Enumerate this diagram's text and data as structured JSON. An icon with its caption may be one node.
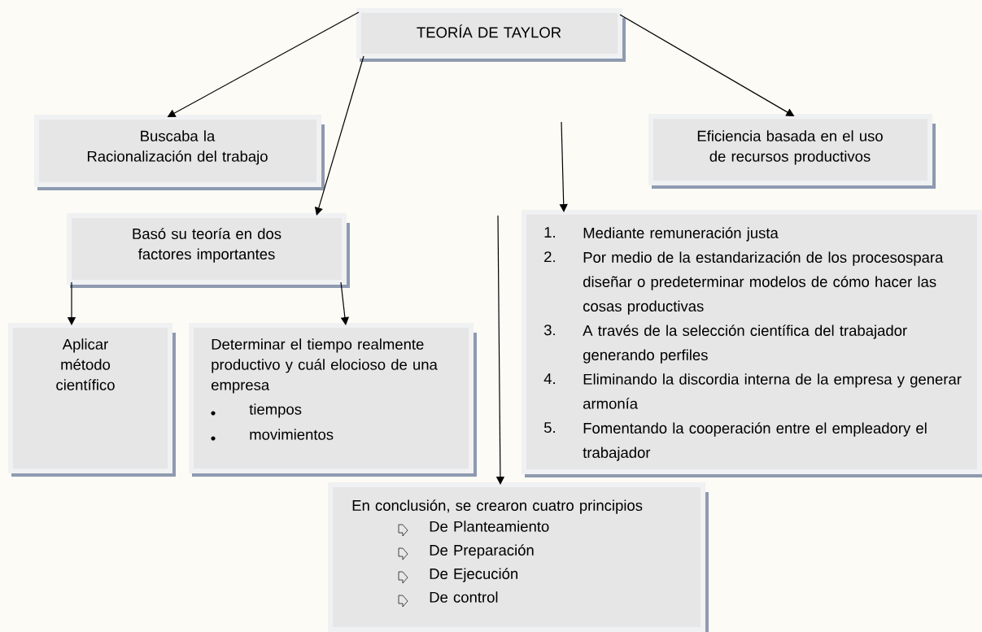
{
  "diagram": {
    "nodes": [
      {
        "text": [
          "TEORÍA DE TAYLOR"
        ]
      },
      {
        "text": [
          "Buscaba la Racionalización del trabajo"
        ]
      },
      {
        "text": [
          "Eficiencia basada en el uso de recursos productivos"
        ]
      },
      {
        "text": [
          "Basó su teoría en dos factores importantes"
        ]
      },
      {
        "text": [
          "1.",
          "Mediante remuneración justa",
          "2.",
          "Por medio de la estandarización de los procesospara diseñar o predeterminar modelos de cómo hacer las cosas productivas",
          "3.",
          "A través de la selección científica del trabajador generando perfiles",
          "4.",
          "Eliminando la discordia interna de la empresa y generar armonía",
          "5.",
          "Fomentando la cooperación entre el empleadory el trabajador"
        ]
      },
      {
        "text": [
          "Aplicar método científico"
        ]
      },
      {
        "text": [
          "Determinar el tiempo realmente productivo y cuál elocioso de una empresa",
          "tiempos",
          "movimientos"
        ]
      },
      {
        "text": [
          "En conclusión, se crearon cuatro principios",
          "De Planteamiento",
          "De Preparación",
          "De Ejecución",
          "De control"
        ]
      }
    ],
    "edges": [
      {
        "from": 0,
        "to": 1,
        "arrow": "to"
      },
      {
        "from": 0,
        "to": 3,
        "arrow": "to"
      },
      {
        "from": 0,
        "to": 2,
        "arrow": "to"
      },
      {
        "from": 3,
        "to": 5,
        "arrow": "to"
      },
      {
        "from": 3,
        "to": 6,
        "arrow": "to"
      },
      {
        "from": null,
        "to": 4,
        "arrow": "to"
      },
      {
        "from": null,
        "to": 7,
        "arrow": "to"
      }
    ]
  }
}
